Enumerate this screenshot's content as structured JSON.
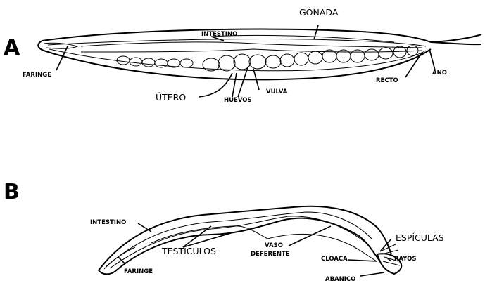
{
  "figure": {
    "panel_a": {
      "letter": "A",
      "labels": {
        "gonada": "GÓNADA",
        "intestino": "INTESTINO",
        "faringe": "FARINGE",
        "utero": "ÚTERO",
        "huevos": "HUEVOS",
        "vulva": "VULVA",
        "recto": "RECTO",
        "ano": "ANO"
      }
    },
    "panel_b": {
      "letter": "B",
      "labels": {
        "intestino": "INTESTINO",
        "testiculos": "TESTÍCULOS",
        "vaso": "VASO",
        "deferente": "DEFERENTE",
        "espiculas": "ESPÍCULAS",
        "cloaca": "CLOACA",
        "rayos": "RAYOS",
        "faringe": "FARINGE",
        "abanico": "ABANICO"
      }
    }
  }
}
